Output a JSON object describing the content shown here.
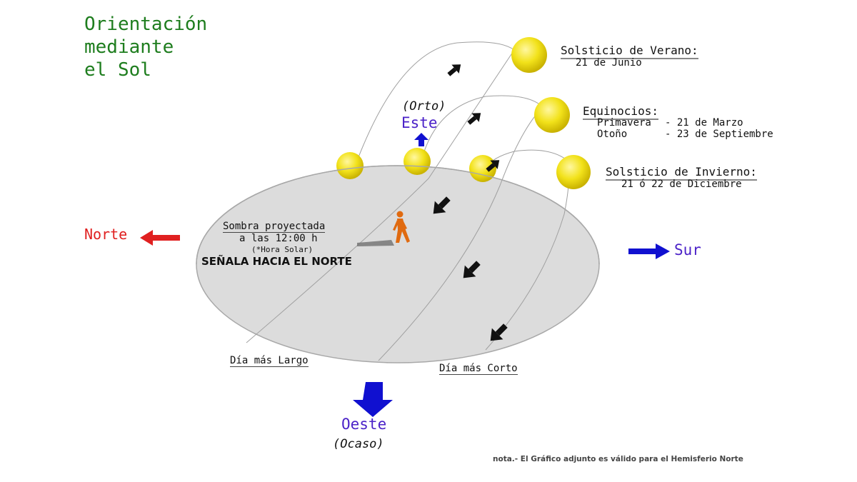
{
  "title": {
    "line1": "Orientación",
    "line2": "mediante",
    "line3": "el Sol"
  },
  "legend": {
    "summer": {
      "heading": "Solsticio de Verano:",
      "date": "21 de Junio"
    },
    "equinox": {
      "heading": "Equinocios:",
      "spring_name": "Primavera",
      "spring_date": "- 21 de Marzo",
      "autumn_name": "Otoño",
      "autumn_date": "- 23 de Septiembre"
    },
    "winter": {
      "heading": "Solsticio de Invierno:",
      "date": "21 ó 22 de Diciembre"
    }
  },
  "directions": {
    "north": "Norte",
    "south": "Sur",
    "east": "Este",
    "east_note": "(Orto)",
    "west": "Oeste",
    "west_note": "(Ocaso)"
  },
  "shadow": {
    "line1": "Sombra proyectada",
    "line2": "a las 12:00 h",
    "line3": "(*Hora Solar)",
    "line4": "SEÑALA HACIA EL NORTE"
  },
  "labels": {
    "longest_day": "Día más Largo",
    "shortest_day": "Día más Corto"
  },
  "note": "nota.- El Gráfico adjunto es válido para el Hemisferio Norte",
  "colors": {
    "title": "#1e7d1e",
    "north": "#e02020",
    "blue_arrow": "#1010d0",
    "direction_text": "#4b22c8",
    "sun": "#f2e21a",
    "ground": "#dcdcdc",
    "person": "#e06a10"
  }
}
